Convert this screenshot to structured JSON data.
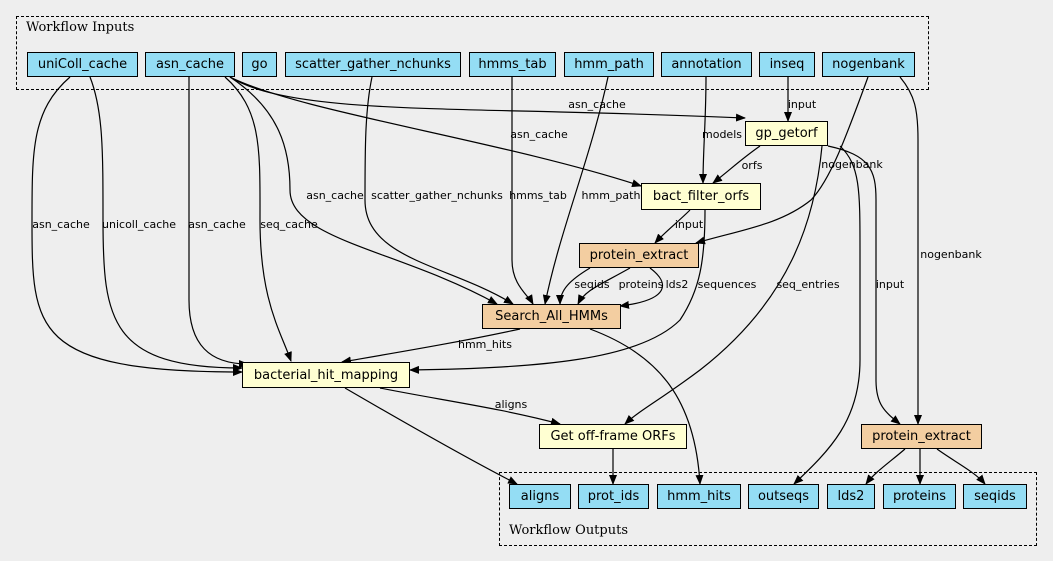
{
  "clusters": {
    "inputs_label": "Workflow Inputs",
    "outputs_label": "Workflow Outputs"
  },
  "inputs": [
    "uniColl_cache",
    "asn_cache",
    "go",
    "scatter_gather_nchunks",
    "hmms_tab",
    "hmm_path",
    "annotation",
    "inseq",
    "nogenbank"
  ],
  "steps": {
    "gp_getorf": "gp_getorf",
    "bact_filter_orfs": "bact_filter_orfs",
    "protein_extract_1": "protein_extract",
    "search_all_hmms": "Search_All_HMMs",
    "bacterial_hit_mapping": "bacterial_hit_mapping",
    "get_off_frame_orfs": "Get off-frame ORFs",
    "protein_extract_2": "protein_extract"
  },
  "outputs": [
    "aligns",
    "prot_ids",
    "hmm_hits",
    "outseqs",
    "lds2",
    "proteins",
    "seqids"
  ],
  "edge_labels": {
    "asn_cache_to_gp_getorf": "asn_cache",
    "asn_cache_to_bact_filter": "asn_cache",
    "asn_cache_to_hmms": "asn_cache",
    "asn_cache_to_mapping": "asn_cache",
    "seq_cache": "seq_cache",
    "unicoll_asn_cache": "asn_cache",
    "unicoll_cache": "unicoll_cache",
    "scatter_gather_nchunks": "scatter_gather_nchunks",
    "hmms_tab": "hmms_tab",
    "hmm_path": "hmm_path",
    "models": "models",
    "inseq_input": "input",
    "orfs": "orfs",
    "nogenbank_1": "nogenbank",
    "nogenbank_2": "nogenbank",
    "bact_input": "input",
    "sequences": "sequences",
    "seqids": "seqids",
    "proteins": "proteins",
    "lds2": "lds2",
    "seq_entries": "seq_entries",
    "gp_input": "input",
    "hmm_hits": "hmm_hits",
    "aligns": "aligns"
  }
}
